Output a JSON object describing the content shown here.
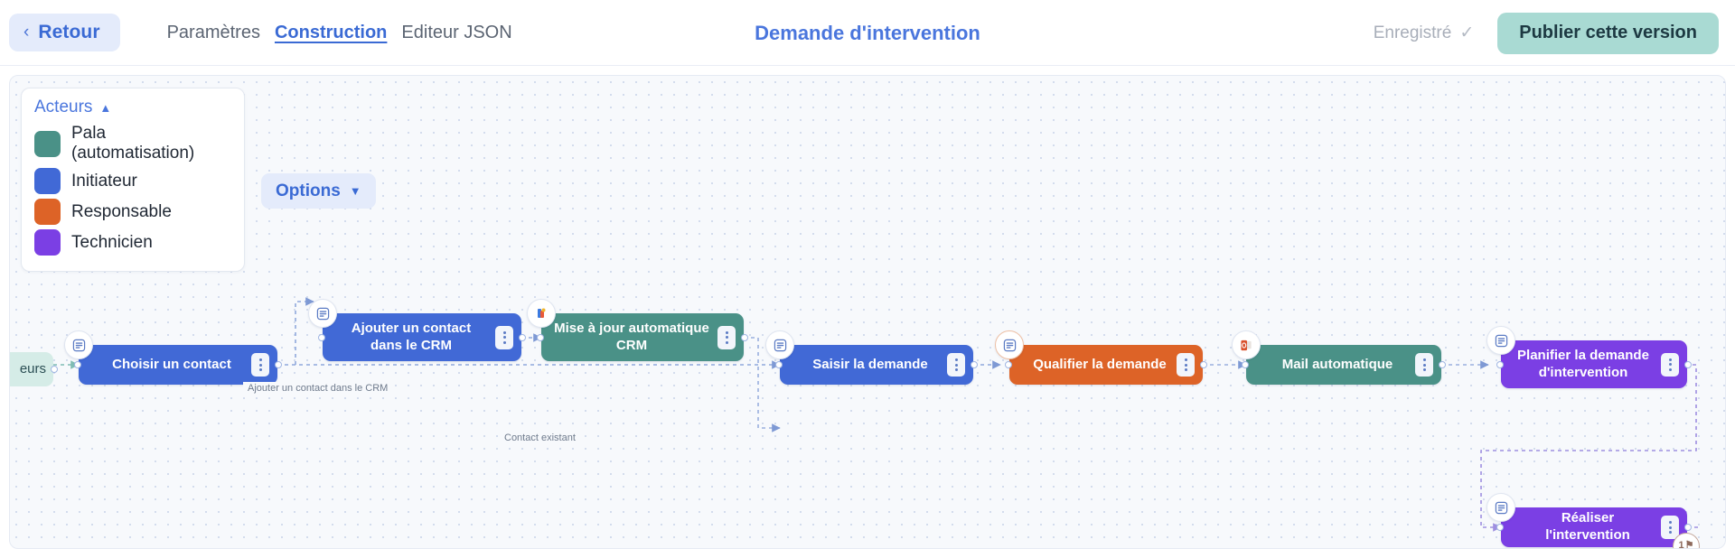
{
  "header": {
    "back_label": "Retour",
    "back_icon": "chevron-left-icon",
    "tabs": [
      {
        "label": "Paramètres",
        "active": false
      },
      {
        "label": "Construction",
        "active": true
      },
      {
        "label": "Editeur JSON",
        "active": false
      }
    ],
    "page_title": "Demande d'intervention",
    "saved_status": "Enregistré",
    "saved_icon": "check-icon",
    "publish_label": "Publier cette version",
    "publish_color": "#a9dad3",
    "title_color": "#4a76dd"
  },
  "legend": {
    "title": "Acteurs",
    "caret_icon": "chevron-up-icon",
    "items": [
      {
        "label": "Pala (automatisation)",
        "color": "#4a9187"
      },
      {
        "label": "Initiateur",
        "color": "#4169d6"
      },
      {
        "label": "Responsable",
        "color": "#dd6327"
      },
      {
        "label": "Technicien",
        "color": "#7b3fe4"
      }
    ]
  },
  "toolbar": {
    "options_label": "Options",
    "options_caret_icon": "chevron-down-icon"
  },
  "flow": {
    "nodes": [
      {
        "id": "acteurs-clip",
        "label": "eurs",
        "actor": "mint",
        "badge": "none"
      },
      {
        "id": "choisir-contact",
        "label": "Choisir un contact",
        "actor": "blue",
        "badge": "document"
      },
      {
        "id": "ajouter-contact-crm",
        "label": "Ajouter un contact dans le CRM",
        "actor": "blue",
        "badge": "document"
      },
      {
        "id": "mise-a-jour-crm",
        "label": "Mise à jour automatique CRM",
        "actor": "teal",
        "badge": "app"
      },
      {
        "id": "saisir-demande",
        "label": "Saisir la demande",
        "actor": "blue",
        "badge": "document"
      },
      {
        "id": "qualifier-demande",
        "label": "Qualifier la demande",
        "actor": "orange",
        "badge": "document"
      },
      {
        "id": "mail-automatique",
        "label": "Mail automatique",
        "actor": "teal",
        "badge": "outlook"
      },
      {
        "id": "planifier-demande",
        "label": "Planifier la demande d'intervention",
        "actor": "purple",
        "badge": "document"
      },
      {
        "id": "realiser-intervention",
        "label": "Réaliser l'intervention",
        "actor": "purple",
        "badge": "document",
        "flag_count": "1"
      }
    ],
    "edge_labels": [
      {
        "id": "edge-ajouter-contact",
        "label": "Ajouter un contact dans le CRM"
      },
      {
        "id": "edge-contact-existant",
        "label": "Contact existant"
      }
    ],
    "actor_colors": {
      "mint": "#d5ece7",
      "blue": "#4169d6",
      "teal": "#4a9187",
      "orange": "#dd6327",
      "purple": "#7b3fe4"
    }
  }
}
